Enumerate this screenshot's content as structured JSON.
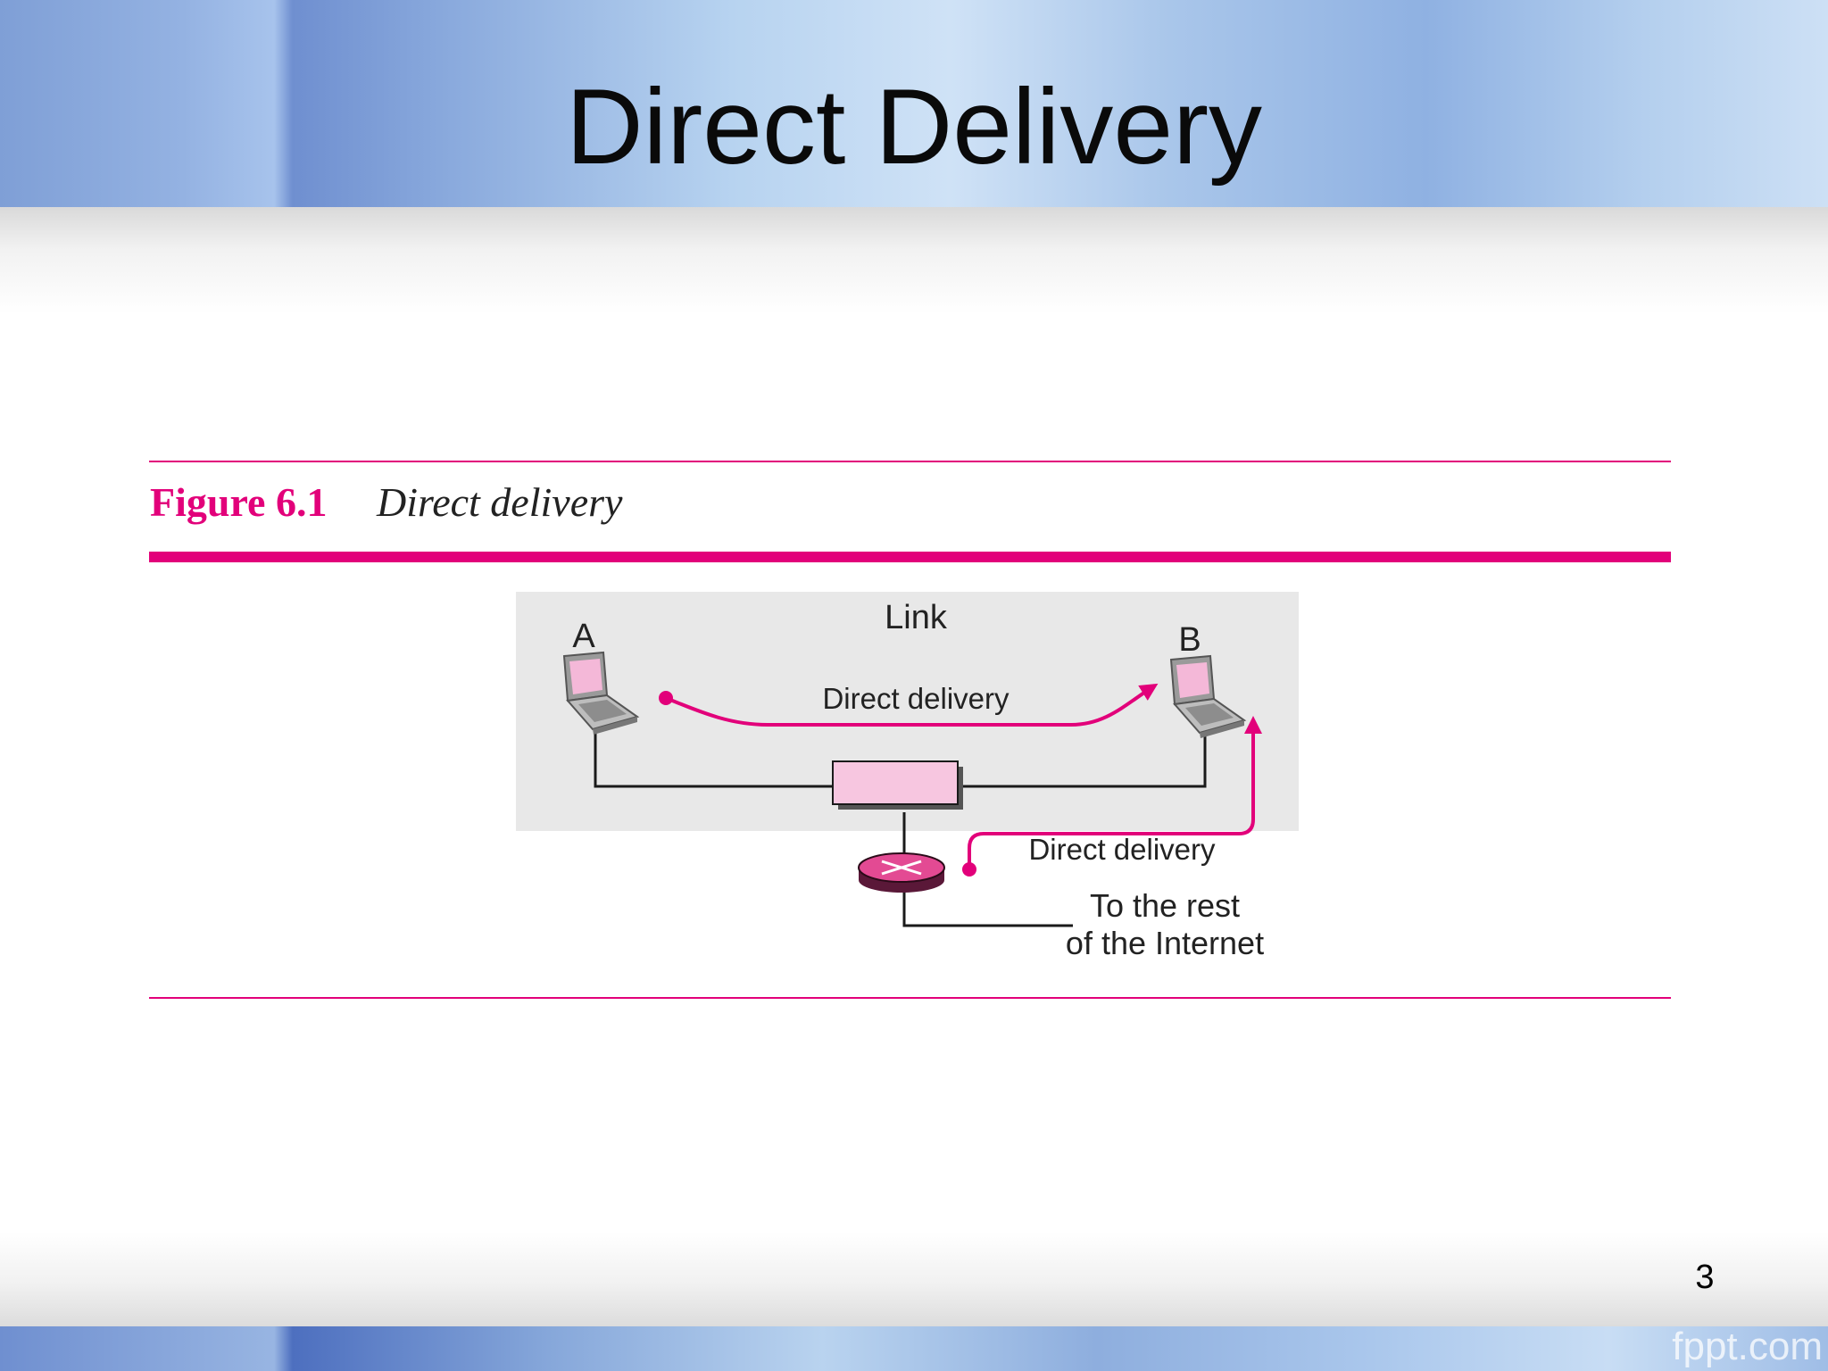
{
  "slide": {
    "title": "Direct Delivery",
    "page_number": "3",
    "watermark": "fppt.com"
  },
  "figure": {
    "label": "Figure 6.1",
    "caption": "Direct delivery",
    "link_label": "Link",
    "host_a_label": "A",
    "host_b_label": "B",
    "path_a_b_label": "Direct delivery",
    "path_router_b_label": "Direct delivery",
    "internet_label_line1": "To the rest",
    "internet_label_line2": "of the Internet"
  },
  "colors": {
    "accent": "#e2007a",
    "panel": "#e8e8e8",
    "switch_fill": "#f7c6e0",
    "router_fill": "#e34a93"
  }
}
